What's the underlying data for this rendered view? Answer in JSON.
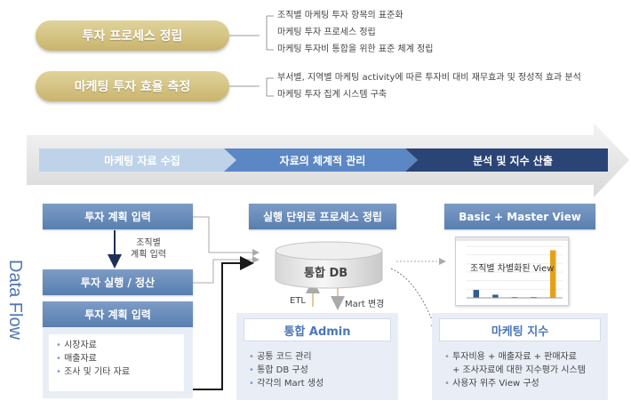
{
  "top": {
    "pill1": "투자 프로세스 정립",
    "pill2": "마케팅 투자 효율 측정",
    "list1": [
      "조직별 마케팅 투자 항목의 표준화",
      "마케팅 투자 프로세스 정립",
      "마케팅 투자비 통합을 위한 표준 체계 정립"
    ],
    "list2": [
      "부서별, 지역별 마케팅 activity에 따른 투자비  대비 재무효과 및 정성적 효과 분석",
      "마케팅 투자 집계 시스템 구축"
    ]
  },
  "stages": [
    "마케팅 자료 수집",
    "자료의 체계적 관리",
    "분석 및 지수 산출"
  ],
  "left": {
    "box1": "투자 계획 입력",
    "org_label_line1": "조직별",
    "org_label_line2": "계획 입력",
    "box2": "투자 실행 / 정산",
    "box3": "투자 계획 입력",
    "items": [
      "시장자료",
      "매출자료",
      "조사 및 기타 자료"
    ]
  },
  "middle": {
    "header": "실행 단위로 프로세스 정립",
    "db_label": "통합 DB",
    "etl_label": "ETL",
    "mart_label": "Mart 변경",
    "admin_title": "통합 Admin",
    "admin_items": [
      "공통 코드 관리",
      "통합 DB 구성",
      "각각의 Mart 생성"
    ]
  },
  "right": {
    "header": "Basic + Master View",
    "chart_caption": "조직별 차별화된 View",
    "index_title": "마케팅 지수",
    "index_items": [
      "투자비용 + 매출자료 + 판매자료",
      "+ 조사자료에 대한 지수평가 시스템",
      "사용자 위주 View 구성"
    ]
  },
  "side_label": "Data Flow",
  "colors": {
    "pill": "#c9b46e",
    "stage1": "#b9cfe8",
    "stage2": "#5b87c5",
    "stage3": "#2a4476",
    "box": "#6a8dbc",
    "accent": "#4a77bb"
  },
  "chart_data": {
    "type": "bar",
    "categories": [
      "",
      "",
      "",
      "",
      ""
    ],
    "values": [
      10,
      4,
      1,
      1,
      60
    ],
    "ylim": [
      0,
      65
    ]
  }
}
